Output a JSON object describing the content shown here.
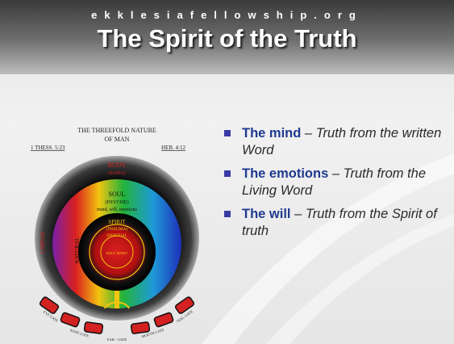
{
  "header": {
    "site": "ekklesiafellowship.org",
    "title": "The Spirit of the Truth"
  },
  "diagram": {
    "title": "THE THREEFOLD NATURE",
    "title2": "OF MAN",
    "ref_left": "1 THESS. 5:23",
    "ref_right": "HEB. 4:12",
    "body": "BODY",
    "body_sub": "(SOMA)",
    "soul": "SOUL",
    "soul_sub": "(PSYCHE)",
    "soul_parts": "mind, will, emotions",
    "spirit": "SPIRIT",
    "spirit_sub": "(PNEUMA)",
    "spiritual": "SPIRITUAL",
    "holy_spirit": "HOLY SPIRIT",
    "natural": "NATURAL",
    "carnal": "CARNAL",
    "gates": [
      "EYE GATE",
      "NOSE GATE",
      "EAR - GATE",
      "MOUTH GATE",
      "FEEL GATE"
    ]
  },
  "bullets": [
    {
      "head": "The mind",
      "dash": " – ",
      "desc": "Truth from the written Word"
    },
    {
      "head": "The emotions",
      "dash": " – ",
      "desc": "Truth from the Living Word"
    },
    {
      "head": "The will",
      "dash": " – ",
      "desc": "Truth from the Spirit of truth"
    }
  ],
  "colors": {
    "bullet_heading": "#1f3a8f",
    "bullet_marker": "#3a3aa6",
    "gate_red": "#d42121"
  }
}
